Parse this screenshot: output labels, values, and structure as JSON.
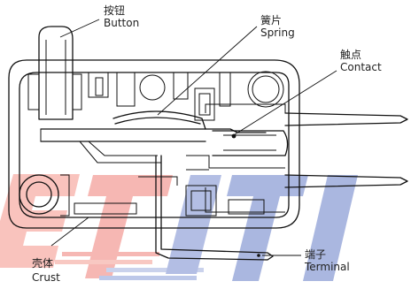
{
  "labels": {
    "button": {
      "cn": "按钮",
      "en": "Button"
    },
    "spring": {
      "cn": "簧片",
      "en": "Spring"
    },
    "contact": {
      "cn": "触点",
      "en": "Contact"
    },
    "terminal": {
      "cn": "端子",
      "en": "Terminal"
    },
    "crust": {
      "cn": "壳体",
      "en": "Crust"
    }
  },
  "colors": {
    "outline": "#111111",
    "watermark_red": "#f4a09a",
    "watermark_blue": "#8e9fd6"
  }
}
